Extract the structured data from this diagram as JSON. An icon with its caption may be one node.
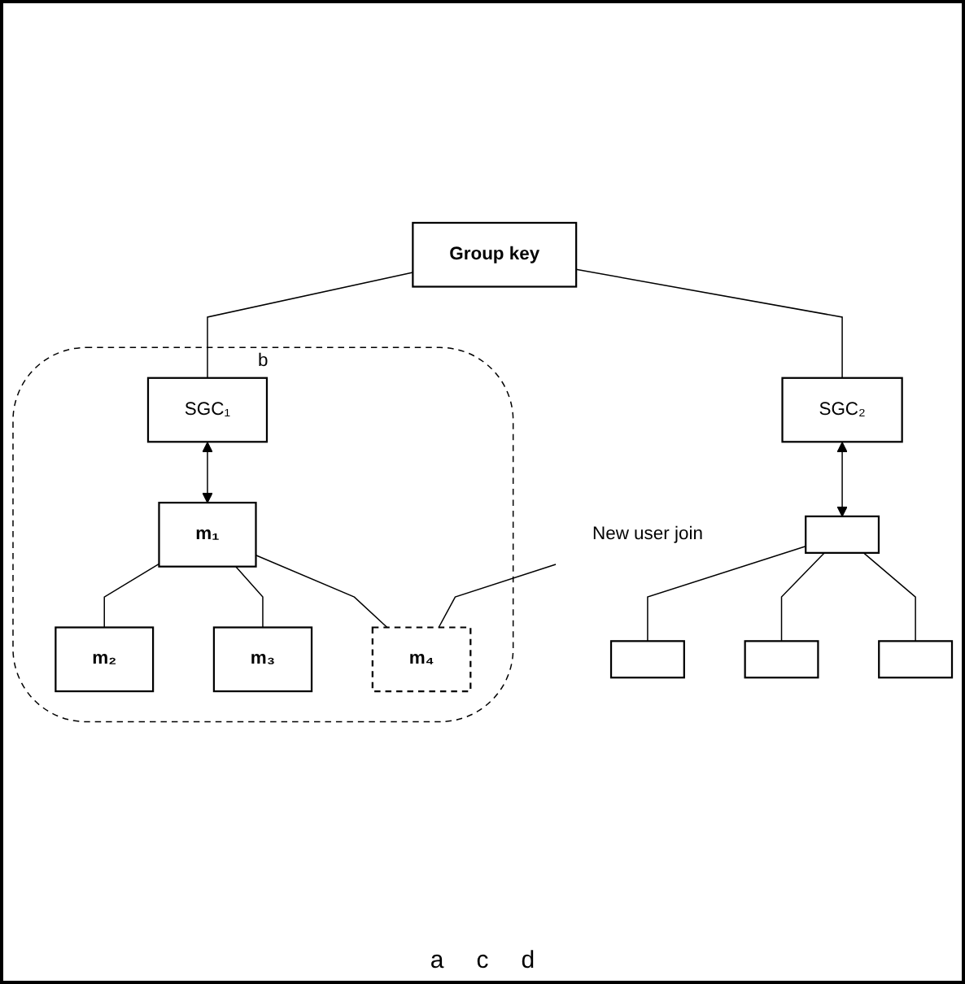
{
  "diagram": {
    "nodes": [
      {
        "text": [
          "Group key"
        ]
      },
      {
        "text": [
          "b"
        ]
      },
      {
        "text": [
          "SGC₁"
        ],
        "in": 1
      },
      {
        "text": [
          "m₁"
        ],
        "in": 1
      },
      {
        "text": [
          "m₂"
        ],
        "in": 1
      },
      {
        "text": [
          "m₃"
        ],
        "in": 1
      },
      {
        "text": [
          "m₄"
        ],
        "in": 1
      },
      {
        "text": [
          "SGC₂"
        ]
      },
      {
        "text": [],
        "shape": "box"
      },
      {
        "text": [],
        "shape": "box"
      },
      {
        "text": [],
        "shape": "box"
      },
      {
        "text": [],
        "shape": "box"
      },
      {
        "text": [
          "New user join"
        ]
      }
    ],
    "edges": [
      {
        "from": 0,
        "to": 2,
        "arrow": "none"
      },
      {
        "from": 0,
        "to": 7,
        "arrow": "none"
      },
      {
        "from": 2,
        "to": 3,
        "arrow": "both"
      },
      {
        "from": 7,
        "to": 8,
        "arrow": "both"
      },
      {
        "from": 3,
        "to": 4,
        "arrow": "none"
      },
      {
        "from": 3,
        "to": 5,
        "arrow": "none"
      },
      {
        "from": 3,
        "to": 6,
        "arrow": "none"
      },
      {
        "from": 8,
        "to": 9,
        "arrow": "none"
      },
      {
        "from": 8,
        "to": 10,
        "arrow": "none"
      },
      {
        "from": 8,
        "to": 11,
        "arrow": "none"
      },
      {
        "from": 12,
        "to": 6,
        "arrow": "none"
      }
    ],
    "labels": [
      "a",
      "c",
      "d"
    ]
  }
}
